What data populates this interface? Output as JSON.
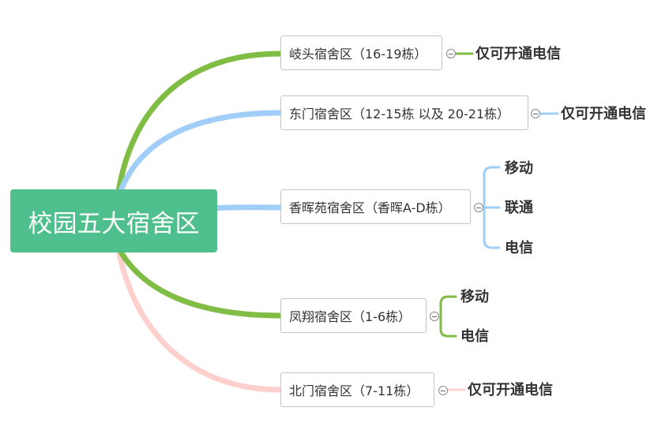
{
  "root": {
    "label": "校园五大宿舍区"
  },
  "colors": {
    "green": "#80bd45",
    "blue": "#a1cdf9",
    "pink": "#fdd0ce",
    "root_bg": "#4fc08d"
  },
  "branches": [
    {
      "label": "岐头宿舍区（16-19栋）",
      "color": "green",
      "children": [
        "仅可开通电信"
      ]
    },
    {
      "label": "东门宿舍区（12-15栋 以及 20-21栋）",
      "color": "blue",
      "children": [
        "仅可开通电信"
      ]
    },
    {
      "label": "香晖苑宿舍区（香晖A-D栋）",
      "color": "blue",
      "children": [
        "移动",
        "联通",
        "电信"
      ]
    },
    {
      "label": "凤翔宿舍区（1-6栋）",
      "color": "green",
      "children": [
        "移动",
        "电信"
      ]
    },
    {
      "label": "北门宿舍区（7-11栋）",
      "color": "pink",
      "children": [
        "仅可开通电信"
      ]
    }
  ]
}
